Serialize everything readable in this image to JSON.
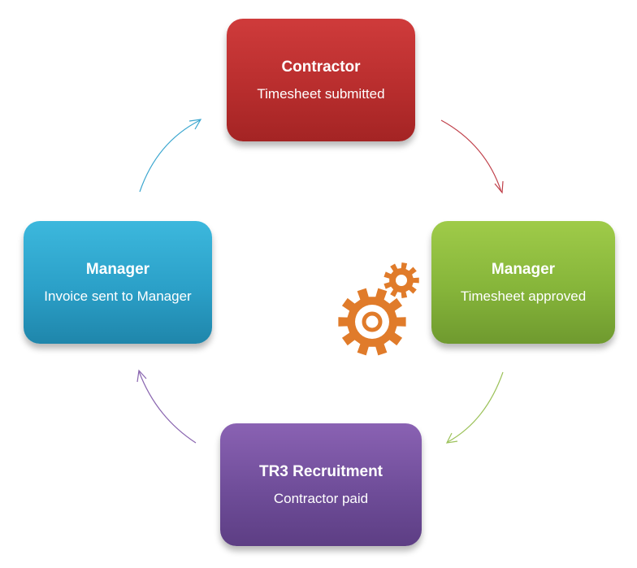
{
  "nodes": {
    "contractor": {
      "title": "Contractor",
      "subtitle": "Timesheet submitted",
      "color": "#c33434"
    },
    "manager_approve": {
      "title": "Manager",
      "subtitle": "Timesheet approved",
      "color": "#8cbd3e"
    },
    "recruitment": {
      "title": "TR3 Recruitment",
      "subtitle": "Contractor paid",
      "color": "#7550a0"
    },
    "manager_invoice": {
      "title": "Manager",
      "subtitle": "Invoice sent to Manager",
      "color": "#2fa5cf"
    }
  },
  "arrow_colors": {
    "top_to_right": "#c0404a",
    "right_to_bottom": "#9cc25a",
    "bottom_to_left": "#8a66b0",
    "left_to_top": "#3aa6cf"
  },
  "gear_color": "#e07b2a"
}
